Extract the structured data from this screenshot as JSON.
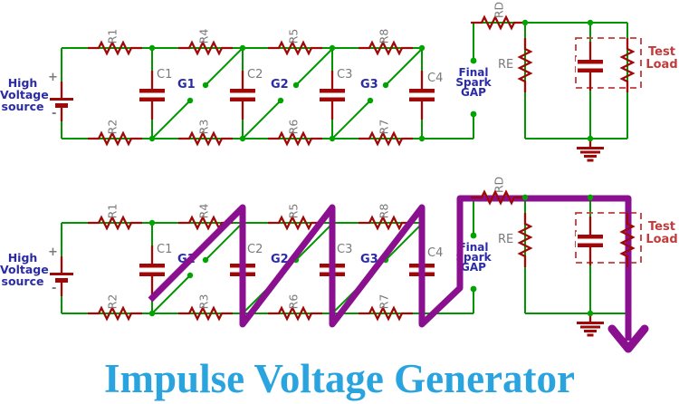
{
  "title": "Impulse Voltage Generator",
  "colors": {
    "background": "#FFFFFF",
    "wire_green": "#009600",
    "node_green": "#00A300",
    "component_red": "#A00808",
    "load_red": "#C13B3B",
    "label_gray": "#7A7A7A",
    "label_navy": "#2B2BA6",
    "spark_purple": "#8A1090",
    "title_blue": "#29A4DF"
  },
  "labels": {
    "r1": "R1",
    "r2": "R2",
    "r3": "R3",
    "r4": "R4",
    "r5": "R5",
    "r6": "R6",
    "r7": "R7",
    "r8": "R8",
    "rd": "RD",
    "re": "RE",
    "c1": "C1",
    "c2": "C2",
    "c3": "C3",
    "c4": "C4",
    "g1": "G1",
    "g2": "G2",
    "g3": "G3",
    "plus": "+",
    "minus": "-"
  },
  "source_label": {
    "line1": "High",
    "line2": "Voltage",
    "line3": "source"
  },
  "final_gap_label": {
    "line1": "Final",
    "line2": "Spark",
    "line3": "GAP"
  },
  "test_load_label": {
    "line1": "Test",
    "line2": "Load"
  }
}
